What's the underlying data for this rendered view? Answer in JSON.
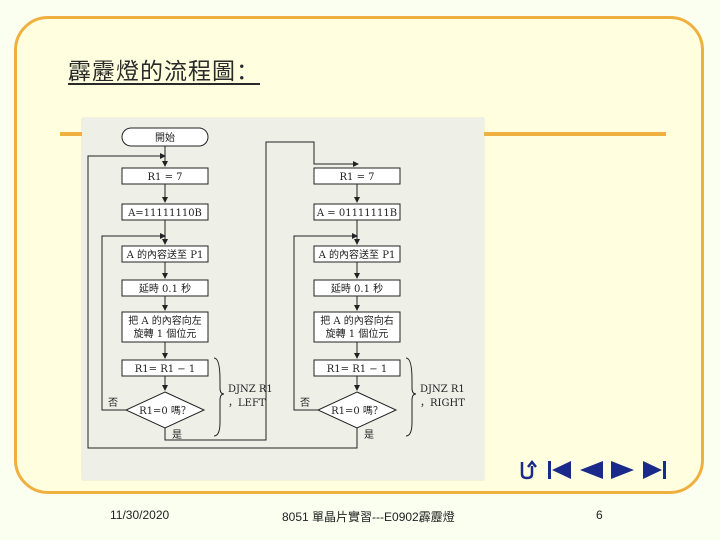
{
  "slide": {
    "title": "霹靂燈的流程圖：",
    "date": "11/30/2020",
    "footer": "8051 單晶片實習---E0902霹靂燈",
    "page": "6"
  },
  "flowchart": {
    "start": "開始",
    "left": {
      "init_r1": "R1 = 7",
      "init_a": "A=11111110B",
      "send": "A 的內容送至 P1",
      "delay": "延時 0.1 秒",
      "rotate_line1": "把 A 的內容向左",
      "rotate_line2": "旋轉 1 個位元",
      "dec": "R1= R1 − 1",
      "decision": "R1=0 嗎？",
      "no": "否",
      "yes": "是",
      "note_line1": "DJNZ R1",
      "note_line2": "，LEFT"
    },
    "right": {
      "init_r1": "R1 = 7",
      "init_a": "A = 01111111B",
      "send": "A 的內容送至 P1",
      "delay": "延時 0.1 秒",
      "rotate_line1": "把 A 的內容向右",
      "rotate_line2": "旋轉 1 個位元",
      "dec": "R1= R1 − 1",
      "decision": "R1=0 嗎？",
      "no": "否",
      "yes": "是",
      "note_line1": "DJNZ R1",
      "note_line2": "，RIGHT"
    }
  },
  "nav": {
    "home_icon": "return-icon",
    "first_icon": "first-slide-icon",
    "prev_icon": "prev-slide-icon",
    "next_icon": "next-slide-icon",
    "last_icon": "last-slide-icon"
  },
  "colors": {
    "frame": "#f0b040",
    "nav_blue": "#1a2a8a"
  }
}
